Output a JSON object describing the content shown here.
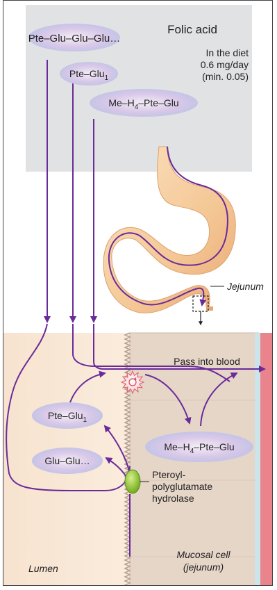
{
  "title": "Folic acid",
  "diet_note": [
    "In the diet",
    "0.6 mg/day",
    "(min. 0.05)"
  ],
  "molecules": {
    "pte_glu_chain": "Pte–Glu–Glu–Glu…",
    "pte_glu1_top_main": "Pte–Glu",
    "pte_glu1_top_sub": "1",
    "me_h4_top_a": "Me–H",
    "me_h4_top_sub": "4",
    "me_h4_top_b": "–Pte–Glu",
    "pte_glu1_lumen_main": "Pte–Glu",
    "pte_glu1_lumen_sub": "1",
    "glu_glu": "Glu–Glu…",
    "me_h4_cell_a": "Me–H",
    "me_h4_cell_sub": "4",
    "me_h4_cell_b": "–Pte–Glu"
  },
  "labels": {
    "jejunum": "Jejunum",
    "pass_into_blood": "Pass into blood",
    "enzyme": [
      "Pteroyl-",
      "polyglutamate",
      "hydrolase"
    ],
    "lumen": "Lumen",
    "mucosal_cell": [
      "Mucosal cell",
      "(jejunum)"
    ]
  },
  "colors": {
    "arrow": "#6a2a9a",
    "diet_panel": "#e1e2e4",
    "lumen_fill": "#fcf2e6",
    "cell_fill": "#e6d6c8",
    "blood_edge": "#e9848c",
    "enzyme": "#7cb518"
  }
}
